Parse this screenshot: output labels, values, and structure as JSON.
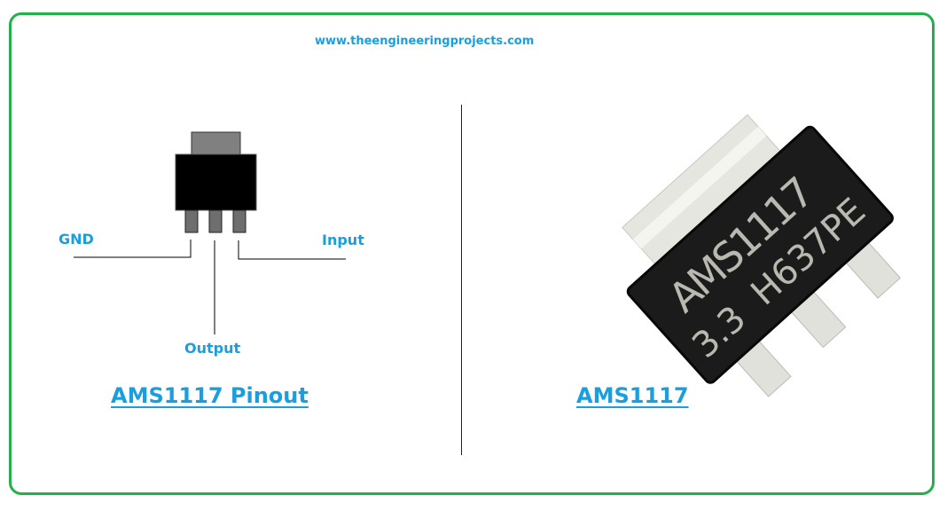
{
  "website": "www.theengineeringprojects.com",
  "pinout": {
    "pins": {
      "gnd": "GND",
      "output": "Output",
      "input": "Input"
    },
    "title": "AMS1117 Pinout"
  },
  "photo": {
    "marking_line1": "AMS1117",
    "marking_line2": "3.3  H637PE",
    "title": "AMS1117"
  },
  "colors": {
    "frame": "#22b04b",
    "accent": "#1a9ee0"
  }
}
